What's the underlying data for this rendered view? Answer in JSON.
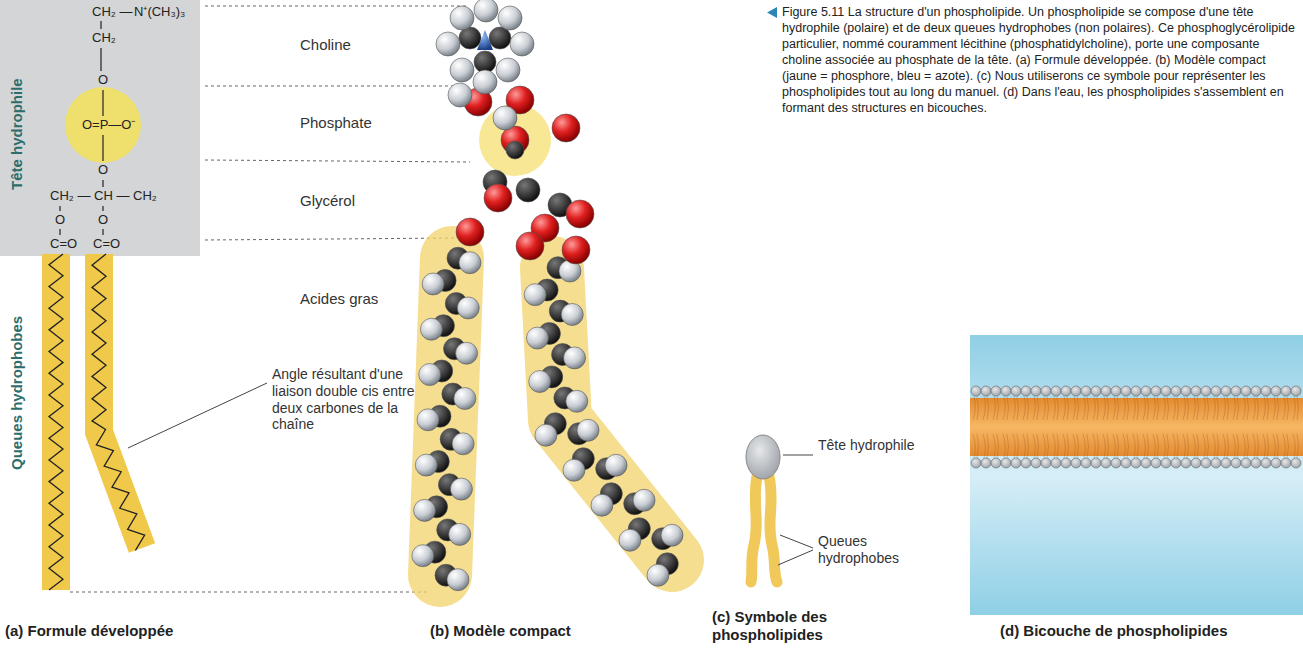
{
  "diagram": {
    "caption": "Figure 5.11 La structure d'un phospholipide. Un phospholipide se compose d'une tête hydrophile (polaire) et de deux queues hydrophobes (non polaires). Ce phosphoglycérolipide particulier, nommé couramment lécithine (phosphatidylcholine), porte une composante choline associée au phosphate de la tête. (a) Formule développée. (b) Modèle compact (jaune = phosphore, bleu = azote). (c) Nous utiliserons ce symbole pour représenter les phospholipides tout au long du manuel. (d) Dans l'eau, les phospholipides s'assemblent en formant des structures en bicouches.",
    "nodes": [
      {
        "text": [
          "Tête hydrophile"
        ]
      }
    ],
    "labels": [
      "CH₂ —",
      "N⁺(CH₃)₃",
      "CH₂",
      "O",
      "O=P—O⁻",
      "O",
      "CH₂ — CH — CH₂",
      "O",
      "O",
      "C=O",
      "C=O",
      "Choline",
      "Phosphate",
      "Glycérol",
      "Queues hydrophobes",
      "Acides gras",
      "Angle résultant d'une liaison double cis entre deux carbones de la chaîne",
      "Tête hydrophile",
      "Queues hydrophobes",
      "(a) Formule développée",
      "(b) Modèle compact",
      "(c) Symbole des phospholipides",
      "(d) Bicouche de phospholipides"
    ]
  }
}
